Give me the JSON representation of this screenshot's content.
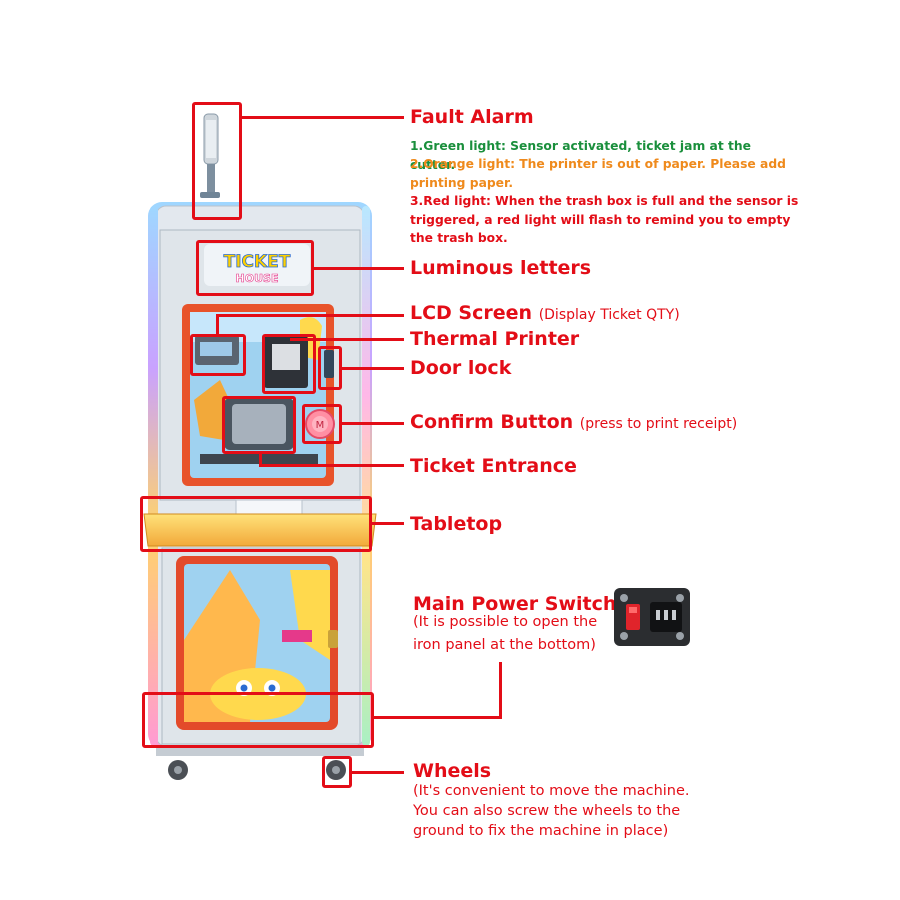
{
  "colors": {
    "accent": "#e30d17",
    "green": "#1a8f3c",
    "orange": "#ef8a1c",
    "red": "#e30d17"
  },
  "labels": {
    "fault_alarm": "Fault Alarm",
    "alarm_green": "1.Green light: Sensor activated, ticket jam at the cutter.",
    "alarm_orange": "2.Orange light: The printer is out of paper. Please add printing paper.",
    "alarm_red": "3.Red light: When the trash box is full and the sensor is triggered, a red light will flash to remind you to empty the trash box.",
    "luminous": "Luminous letters",
    "lcd": "LCD Screen",
    "lcd_note": "(Display Ticket QTY)",
    "printer": "Thermal Printer",
    "door_lock": "Door lock",
    "confirm": "Confirm Button",
    "confirm_note": "(press to print receipt)",
    "ticket_entrance": "Ticket Entrance",
    "tabletop": "Tabletop",
    "power": "Main Power Switch",
    "power_note_1": "(It is possible to open the",
    "power_note_2": "iron panel at the bottom)",
    "wheels": "Wheels",
    "wheels_note_1": "(It's convenient to move the machine.",
    "wheels_note_2": "You can also screw the wheels to the",
    "wheels_note_3": "ground to fix the machine in place)"
  },
  "machine": {
    "logo_line1": "TICKET",
    "logo_line2": "HOUSE",
    "confirm_glyph": "M"
  }
}
